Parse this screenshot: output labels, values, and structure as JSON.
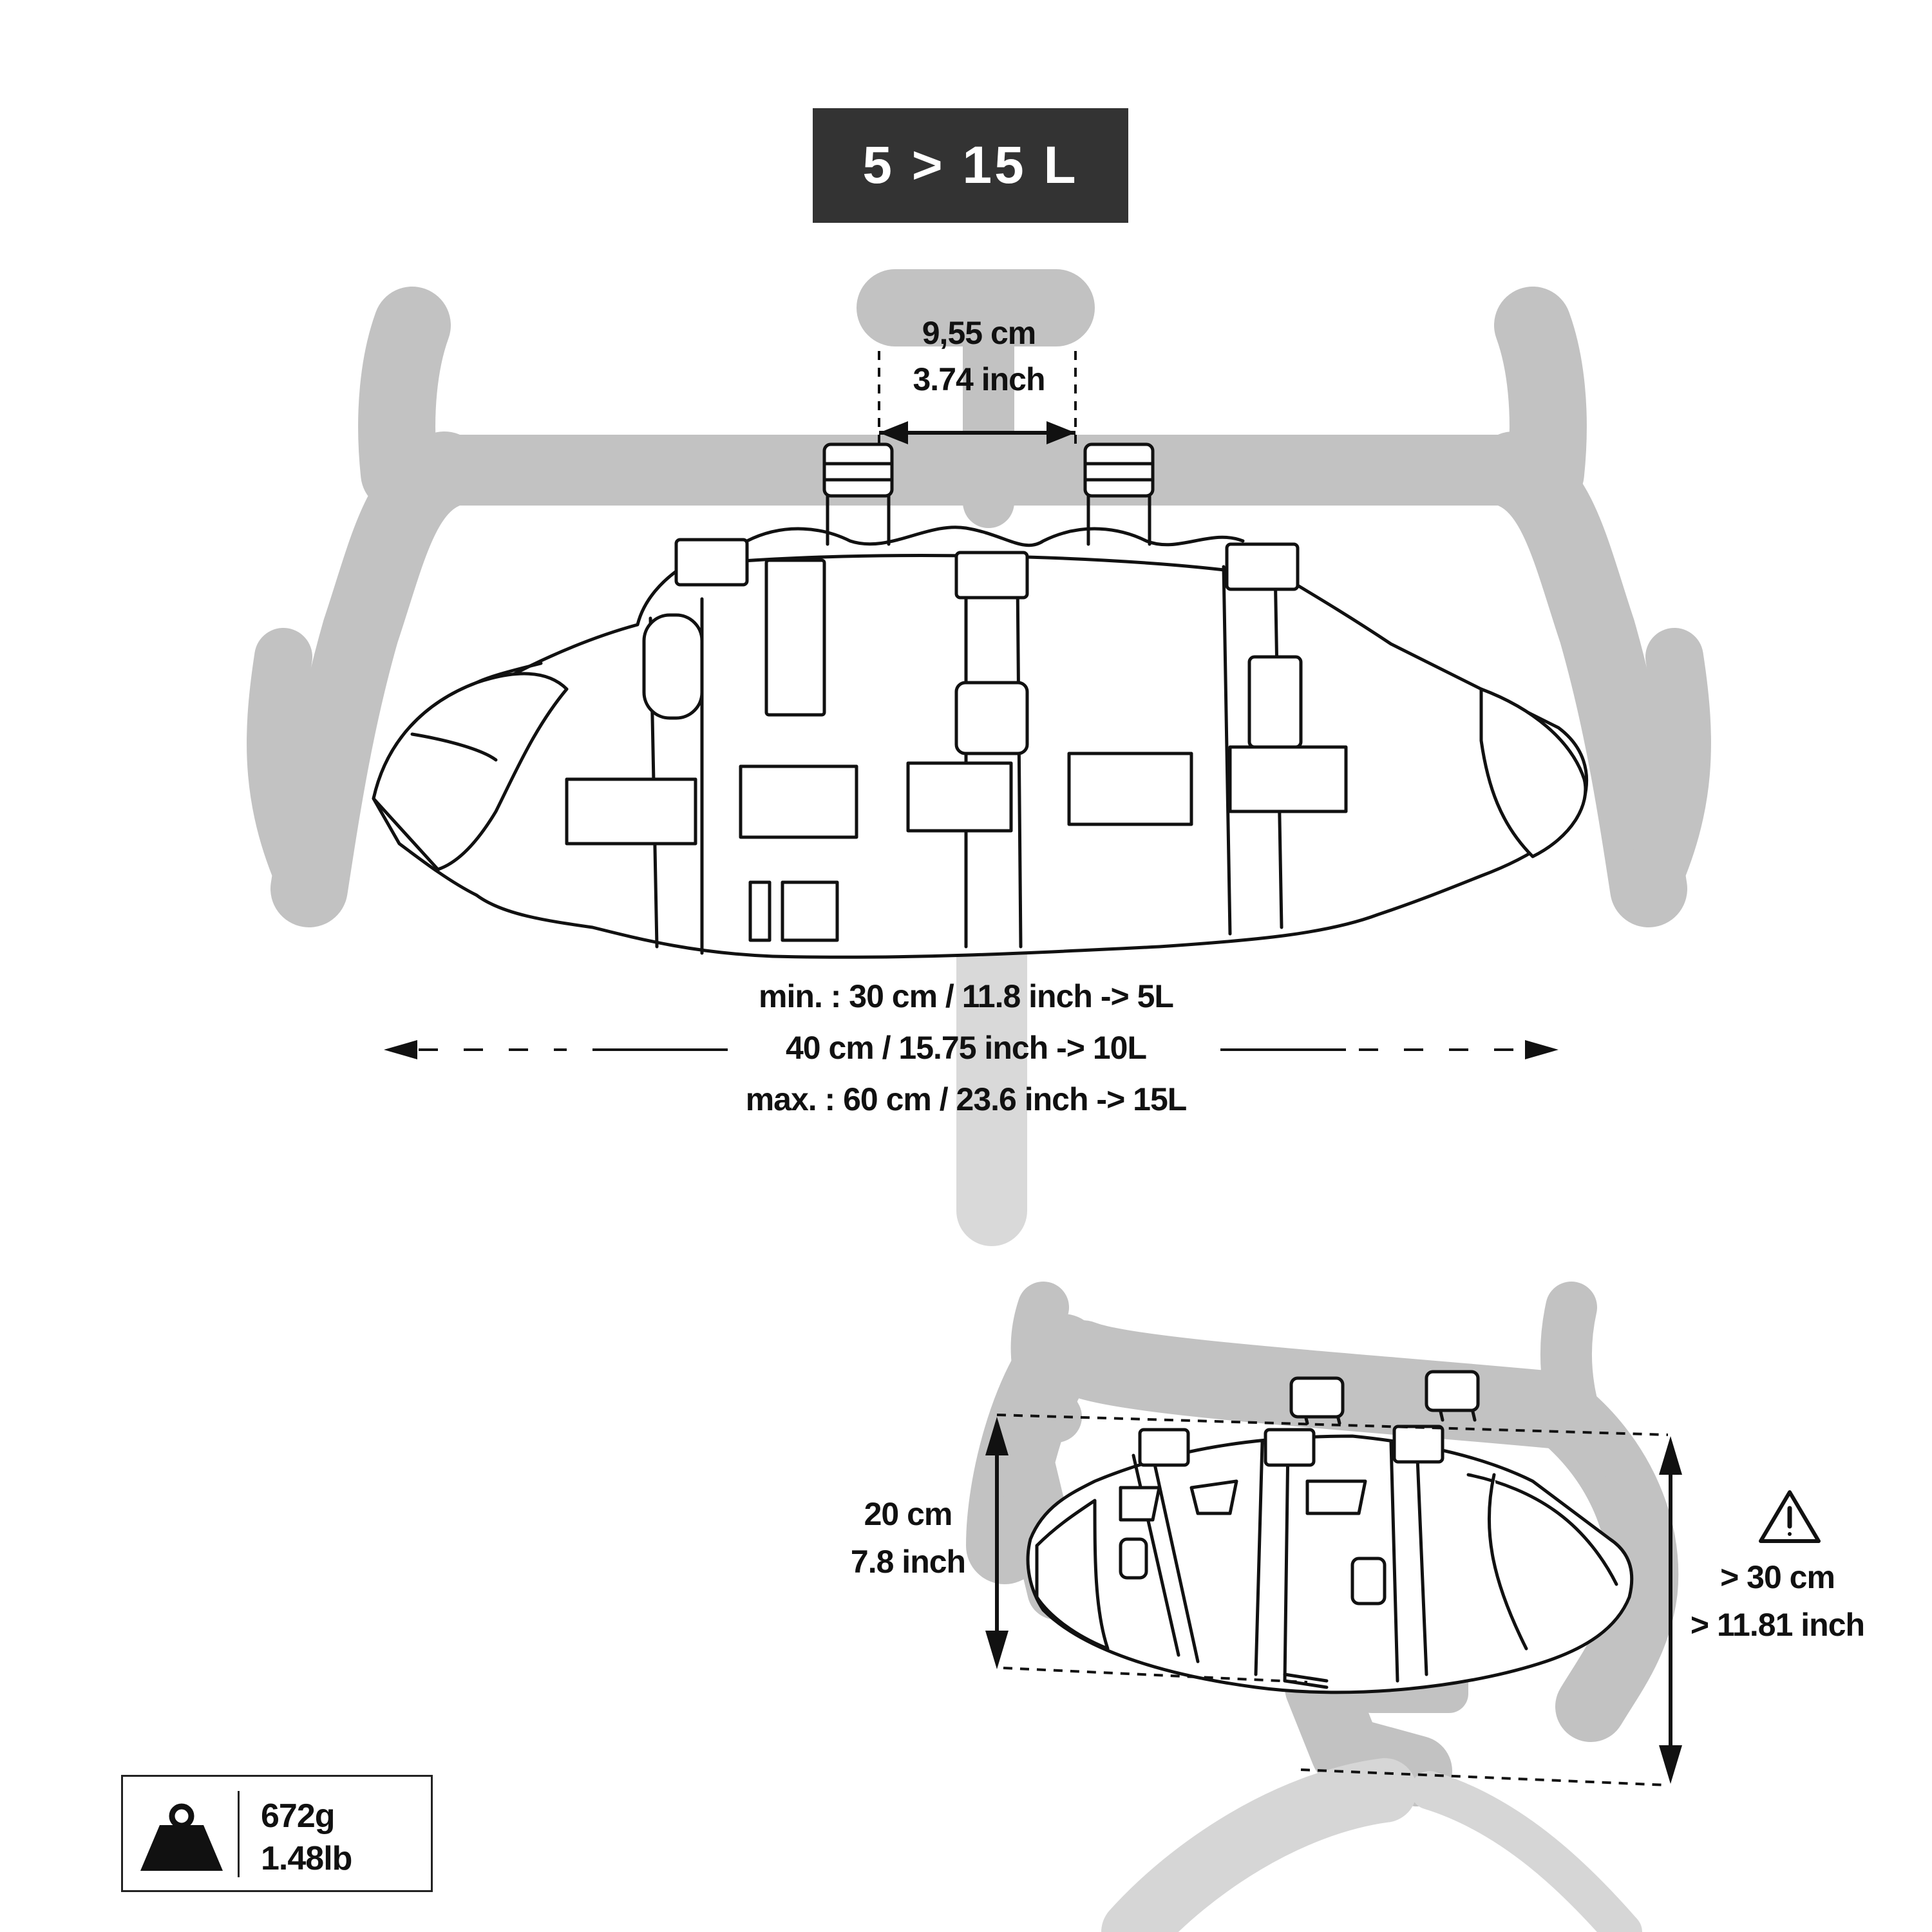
{
  "capacity_badge": "5 > 15 L",
  "strap_spacing": {
    "metric": "9,55 cm",
    "imperial": "3.74 inch"
  },
  "length_specs": [
    "min. : 30 cm / 11.8 inch -> 5L",
    "40 cm / 15.75 inch -> 10L",
    "max. : 60 cm / 23.6 inch -> 15L"
  ],
  "height": {
    "metric": "20 cm",
    "imperial": "7.8 inch"
  },
  "clearance": {
    "metric": "> 30 cm",
    "imperial": "> 11.81 inch"
  },
  "weight": {
    "metric": "672g",
    "imperial": "1.48lb"
  },
  "icons": [
    "warning-icon",
    "weight-icon"
  ],
  "colors": {
    "bike_silhouette": "#c2c2c2",
    "badge_background": "#333333",
    "line_art": "#111111"
  }
}
